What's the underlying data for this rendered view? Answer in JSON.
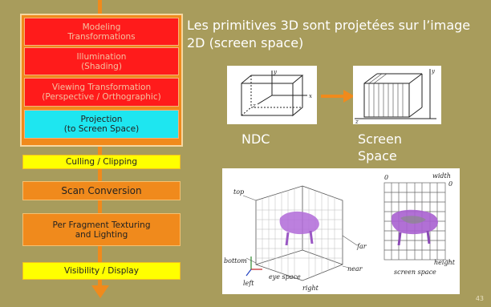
{
  "pipeline": {
    "stages": [
      {
        "label_1": "Modeling",
        "label_2": "Transformations"
      },
      {
        "label_1": "Illumination",
        "label_2": "(Shading)"
      },
      {
        "label_1": "Viewing Transformation",
        "label_2": "(Perspective / Orthographic)"
      },
      {
        "label_1": "Projection",
        "label_2": "(to Screen Space)"
      },
      {
        "label_1": "Culling / Clipping"
      },
      {
        "label_1": "Scan Conversion"
      },
      {
        "label_1": "Per Fragment Texturing",
        "label_2": "and Lighting"
      },
      {
        "label_1": "Visibility / Display"
      }
    ]
  },
  "heading": "Les primitives 3D sont projetées sur l’image 2D (screen space)",
  "figure_top": {
    "ndc_label": "NDC",
    "screen_label_1": "Screen",
    "screen_label_2": "Space",
    "axis_y": "y",
    "axis_x": "x",
    "axis_z": "z"
  },
  "figure_bottom": {
    "top": "top",
    "bottom": "bottom",
    "left": "left",
    "right": "right",
    "near": "near",
    "far": "far",
    "eye_space": "eye space",
    "zero_1": "0",
    "zero_2": "0",
    "width": "width",
    "height": "height",
    "screen_space": "screen space"
  },
  "page_number": "43",
  "colors": {
    "background": "#a89c5c",
    "pipeline_orange": "#f08a1c",
    "stage_red": "#ff1b1b",
    "stage_cyan": "#1ee6f0",
    "stage_yellow": "#ffff00"
  }
}
